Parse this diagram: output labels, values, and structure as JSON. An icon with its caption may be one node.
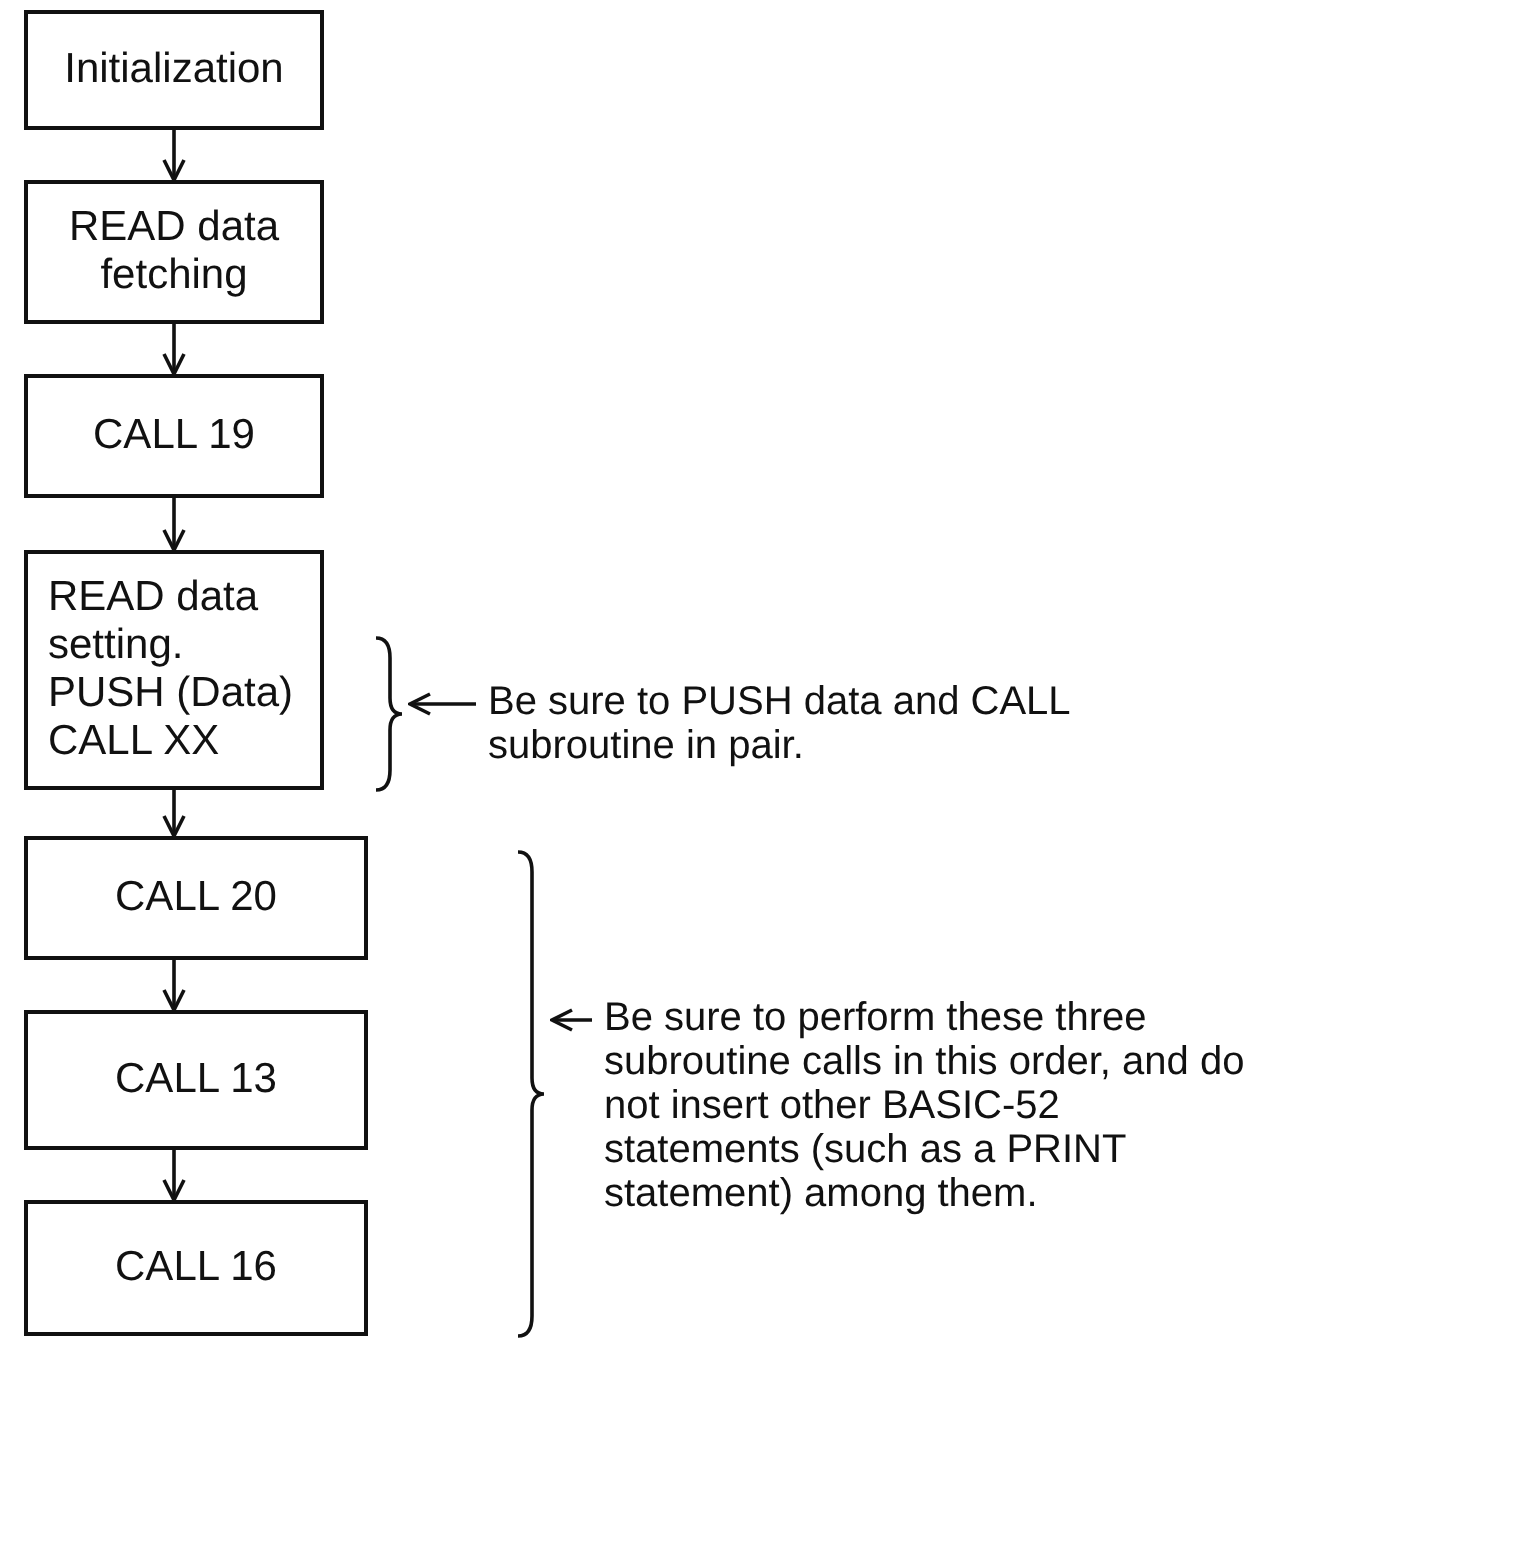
{
  "diagram": {
    "nodes": [
      {
        "text": [
          "Initialization"
        ]
      },
      {
        "text": [
          "READ data fetching"
        ]
      },
      {
        "text": [
          "CALL 19"
        ]
      },
      {
        "text": [
          "READ data setting.",
          "PUSH (Data)",
          "CALL XX"
        ]
      },
      {
        "text": [
          "CALL 20"
        ]
      },
      {
        "text": [
          "CALL 13"
        ]
      },
      {
        "text": [
          "CALL 16"
        ]
      },
      {
        "text": [
          "Be sure to PUSH data and CALL subroutine in pair."
        ]
      },
      {
        "text": [
          "Be sure to perform these three subroutine calls in this order, and do not insert other BASIC-52 statements (such as a PRINT statement) among them."
        ]
      },
      {
        "text": [],
        "shape": "brace"
      },
      {
        "text": [],
        "shape": "brace"
      }
    ],
    "edges": [
      {
        "from": 0,
        "to": 1,
        "arrow": "to"
      },
      {
        "from": 1,
        "to": 2,
        "arrow": "to"
      },
      {
        "from": 2,
        "to": 3,
        "arrow": "to"
      },
      {
        "from": 3,
        "to": 4,
        "arrow": "to"
      },
      {
        "from": 4,
        "to": 5,
        "arrow": "to"
      },
      {
        "from": 5,
        "to": 6,
        "arrow": "to"
      },
      {
        "from": 7,
        "to": 9,
        "arrow": "to"
      },
      {
        "from": 8,
        "to": 10,
        "arrow": "to"
      }
    ]
  }
}
